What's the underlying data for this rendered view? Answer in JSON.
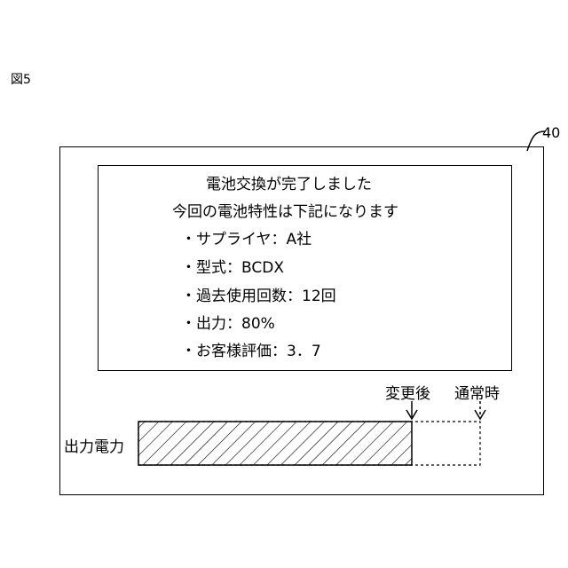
{
  "figure_label": "図5",
  "reference_number": "40",
  "message": {
    "line1": "電池交換が完了しました",
    "line2": "今回の電池特性は下記になります",
    "items": [
      "・サプライヤ：A社",
      "・型式：BCDX",
      "・過去使用回数：12回",
      "・出力：80%",
      "・お客様評価：3．7"
    ]
  },
  "power_bar": {
    "label": "出力電力",
    "after_label": "変更後",
    "normal_label": "通常時",
    "output_ratio": 0.8
  }
}
